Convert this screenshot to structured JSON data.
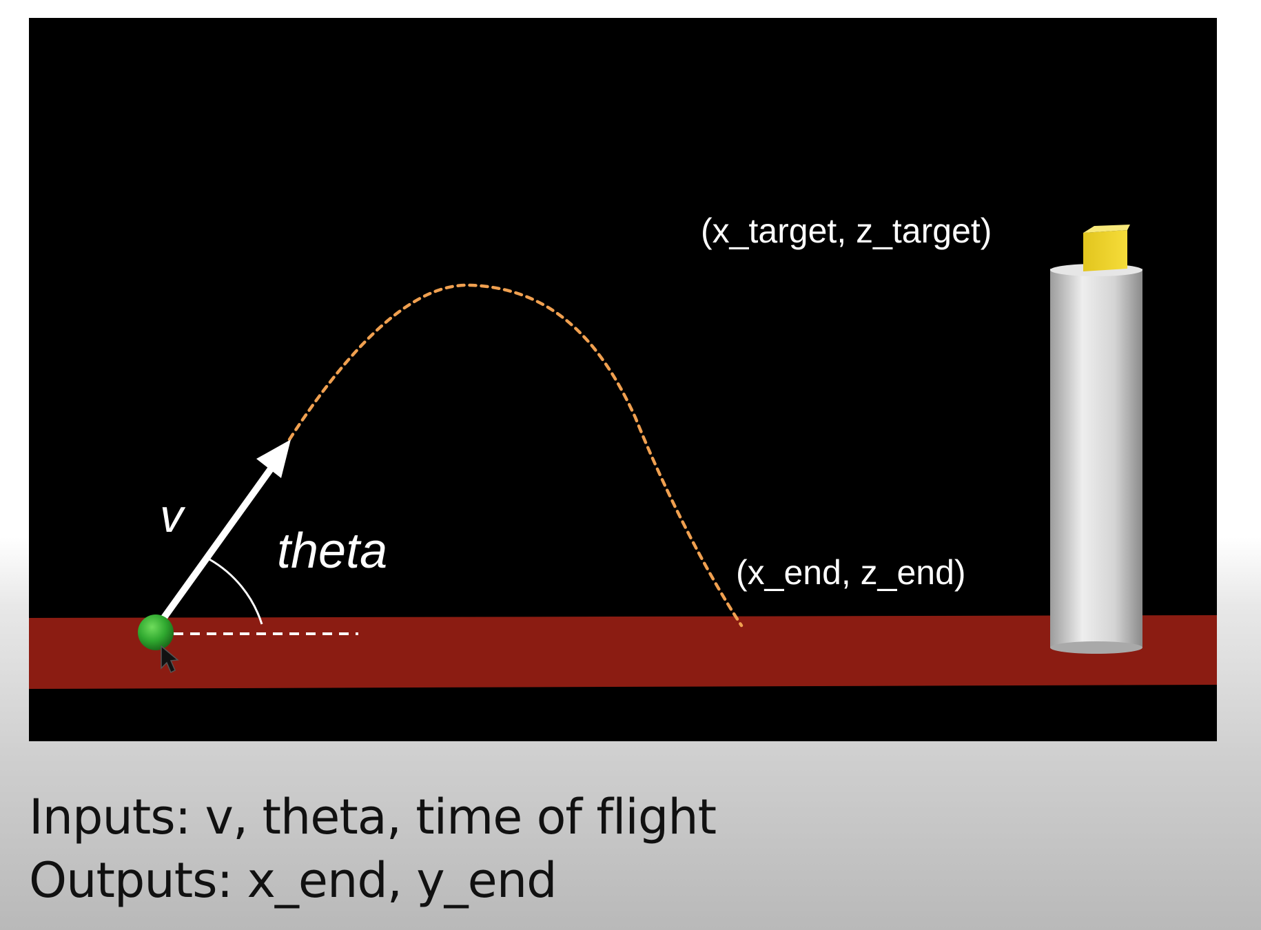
{
  "diagram": {
    "labels": {
      "velocity": "v",
      "angle": "theta",
      "end_point": "(x_end, z_end)",
      "target_point": "(x_target, z_target)"
    },
    "colors": {
      "background": "#000000",
      "ground": "#8b1c12",
      "ball": "#2fa82f",
      "trajectory": "#f0a050",
      "arrow": "#ffffff",
      "tower": "#d8d8d8",
      "target_cube": "#f3d728",
      "label_text": "#ffffff"
    },
    "icons": {
      "ball": "projectile-ball",
      "cursor": "mouse-pointer-icon",
      "tower": "cylinder-tower",
      "target": "target-cube"
    }
  },
  "caption": {
    "inputs_line": "Inputs: v, theta, time of flight",
    "outputs_line": "Outputs: x_end, y_end"
  }
}
